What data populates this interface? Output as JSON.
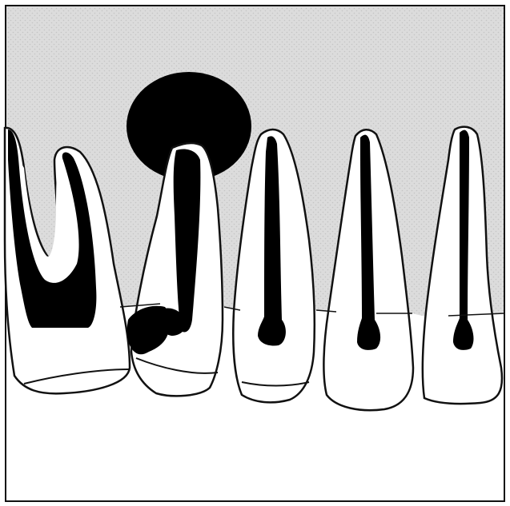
{
  "figure": {
    "bone_color": "#dcdcdc",
    "stipple_color": "#c4c4c4",
    "tooth_color": "#ffffff",
    "outline_color": "#111111",
    "pulp_color": "#000000",
    "teeth": [
      {
        "name": "molar",
        "feature": "pulp-chamber-and-roots"
      },
      {
        "name": "carious-premolar",
        "feature": "periapical-lesion"
      },
      {
        "name": "premolar",
        "feature": "root-canal"
      },
      {
        "name": "canine",
        "feature": "root-canal"
      },
      {
        "name": "incisor",
        "feature": "root-canal"
      }
    ]
  }
}
